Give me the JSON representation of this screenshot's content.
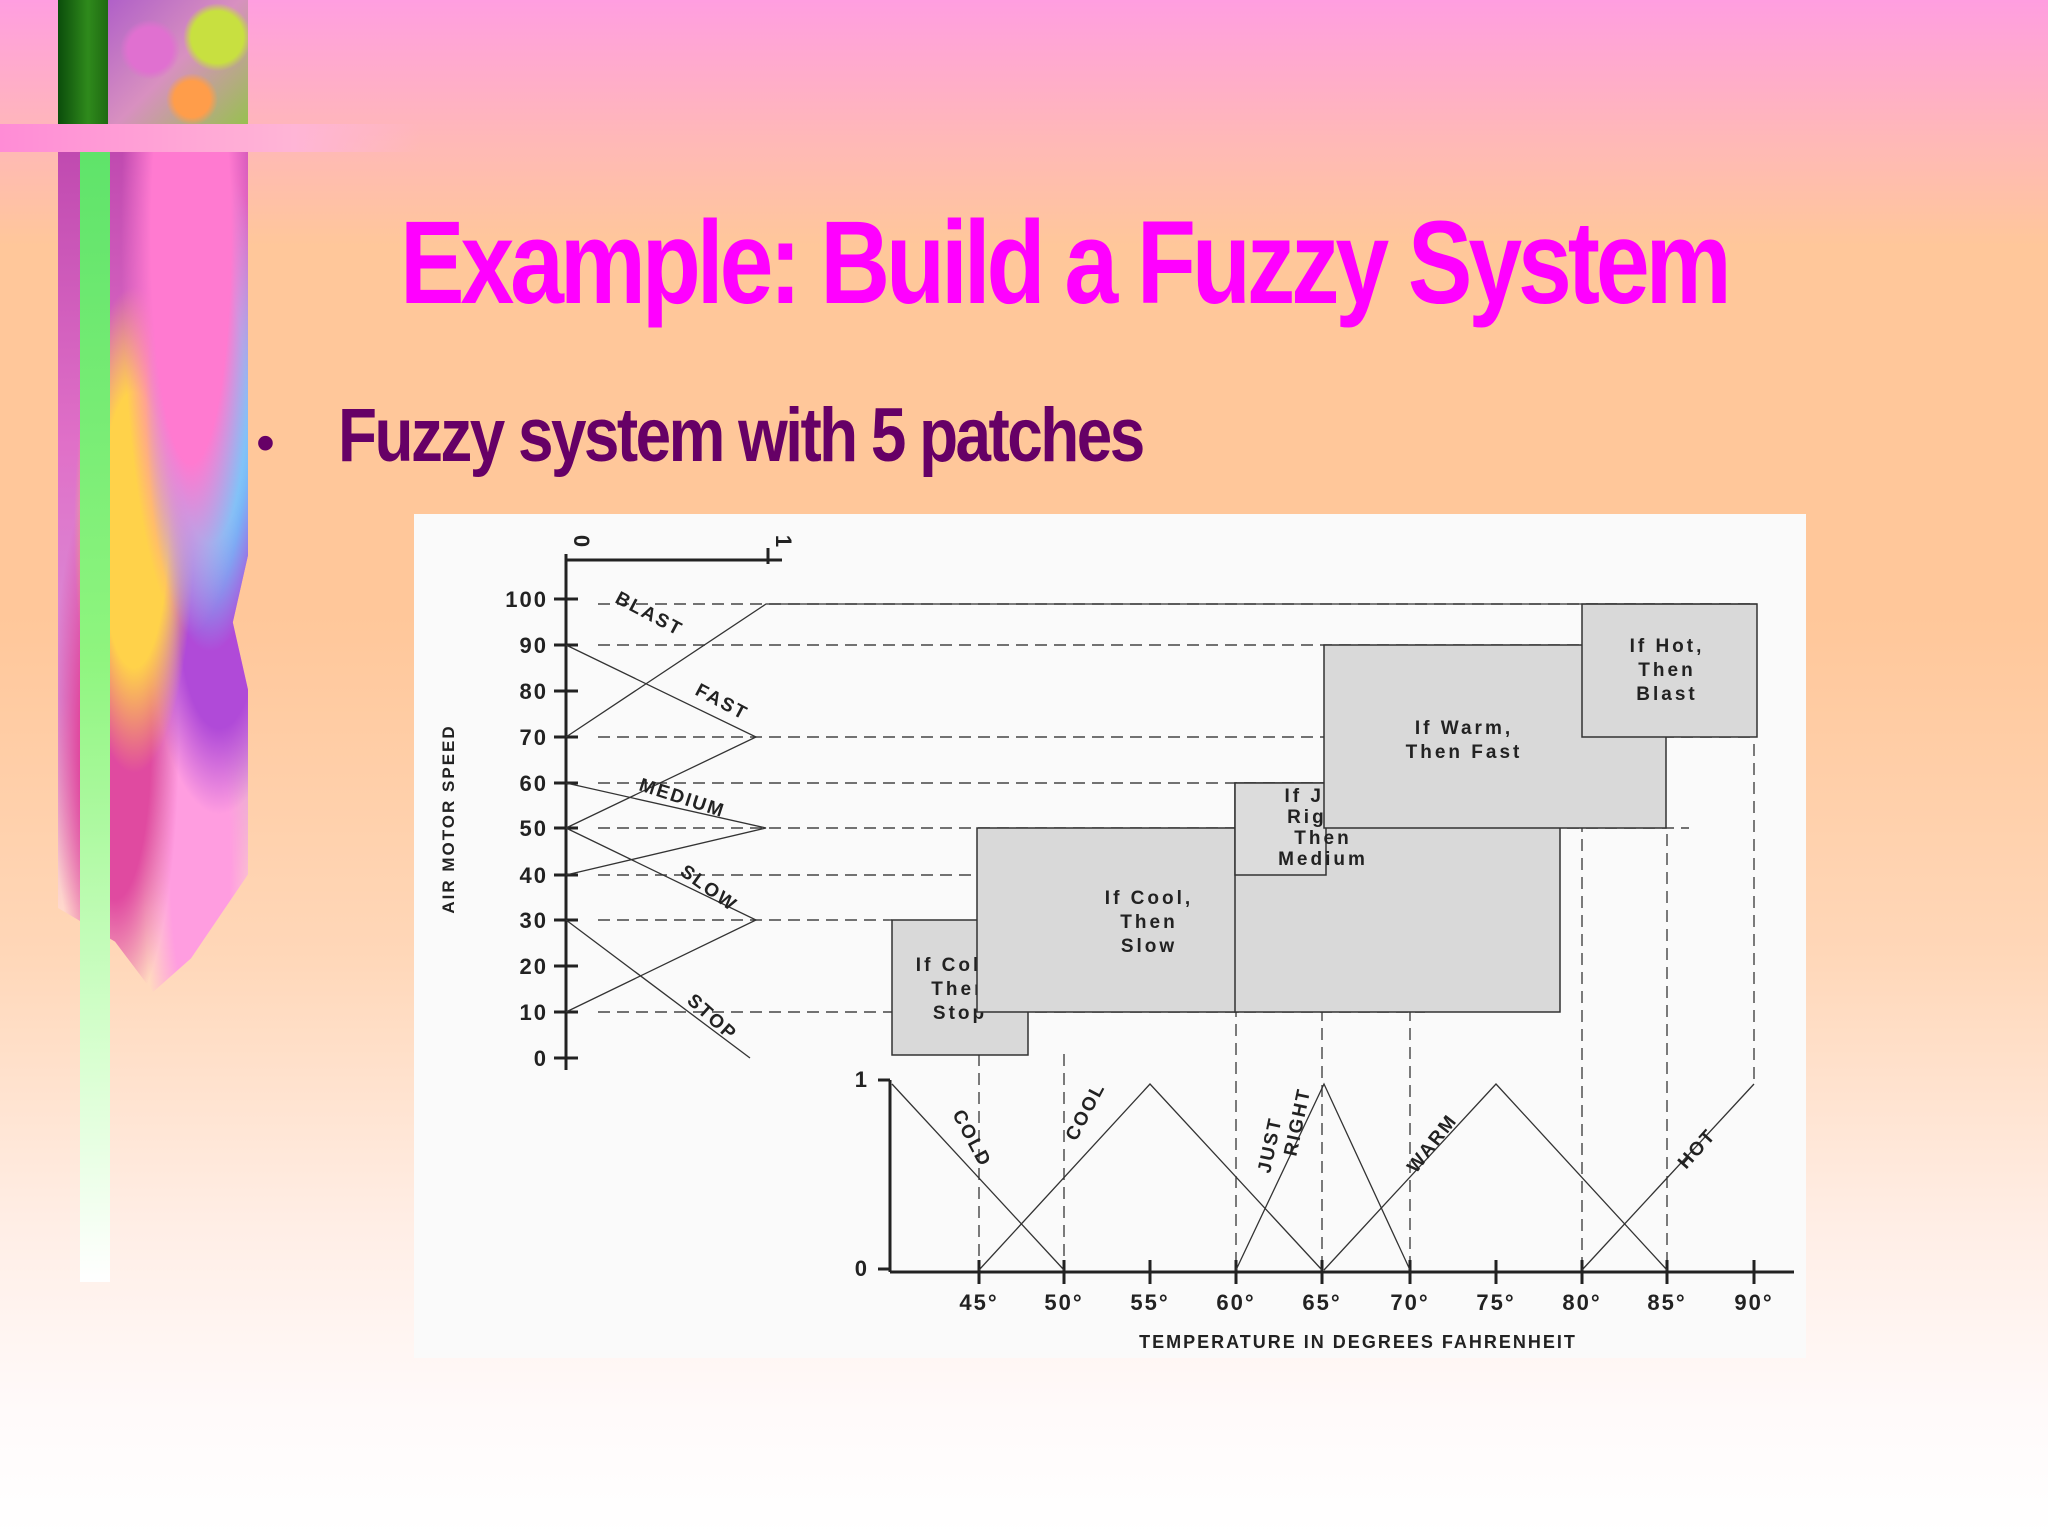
{
  "slide": {
    "title": "Example: Build a Fuzzy System",
    "bullet": "Fuzzy system with 5 patches"
  },
  "diagram": {
    "speed_axis": {
      "label": "Air Motor Speed",
      "ticks": [
        "100",
        "90",
        "80",
        "70",
        "60",
        "50",
        "40",
        "30",
        "20",
        "10",
        "0"
      ],
      "membership_ticks": [
        "0",
        "1"
      ],
      "sets": [
        "Blast",
        "Fast",
        "Medium",
        "Slow",
        "Stop"
      ]
    },
    "temperature_axis": {
      "label": "Temperature in Degrees Fahrenheit",
      "ticks": [
        "45°",
        "50°",
        "55°",
        "60°",
        "65°",
        "70°",
        "75°",
        "80°",
        "85°",
        "90°"
      ],
      "membership_ticks": [
        "1",
        "0"
      ],
      "sets": [
        "Cold",
        "Cool",
        "Just Right",
        "Warm",
        "Hot"
      ]
    },
    "patches": [
      {
        "lines": [
          "If Cold,",
          "Then",
          "Stop"
        ]
      },
      {
        "lines": [
          "If Cool,",
          "Then",
          "Slow"
        ]
      },
      {
        "lines": [
          "If Just",
          "Right,",
          "Then",
          "Medium"
        ]
      },
      {
        "lines": [
          "If Warm,",
          "Then Fast"
        ]
      },
      {
        "lines": [
          "If Hot,",
          "Then",
          "Blast"
        ]
      }
    ]
  }
}
